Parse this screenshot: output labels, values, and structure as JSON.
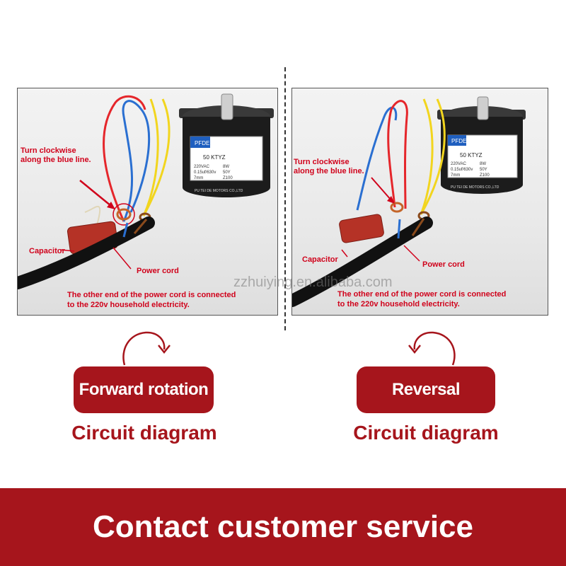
{
  "left_panel": {
    "turn_label_line1": "Turn clockwise",
    "turn_label_line2": "along the blue line.",
    "capacitor_label": "Capacitor",
    "power_cord_label": "Power cord",
    "note_line1": "The other end of the power cord is connected",
    "note_line2": "to the 220v household electricity.",
    "motor_brand": "PFDE",
    "motor_model": "50 KTYZ",
    "motor_specs": [
      "220VAC",
      "0.15uf/630v",
      "7mm",
      "8W",
      "50Y",
      "Z100"
    ],
    "motor_footer": "PU TEI DE MOTORS CO.,LTD"
  },
  "right_panel": {
    "turn_label_line1": "Turn clockwise",
    "turn_label_line2": "along the blue line.",
    "capacitor_label": "Capacitor",
    "power_cord_label": "Power cord",
    "note_line1": "The other end of the power cord is connected",
    "note_line2": "to the 220v household electricity.",
    "motor_brand": "PFDE",
    "motor_model": "50 KTYZ",
    "motor_specs": [
      "220VAC",
      "0.15uf/630v",
      "7mm",
      "8W",
      "50Y",
      "Z100"
    ],
    "motor_footer": "PU TEI DE MOTORS CO.,LTD"
  },
  "watermark": "zzhuiying.en.alibaba.com",
  "forward": {
    "label": "Forward rotation",
    "caption": "Circuit diagram"
  },
  "reverse": {
    "label": "Reversal",
    "caption": "Circuit diagram"
  },
  "banner_text": "Contact customer service",
  "colors": {
    "accent_red": "#a6151c",
    "label_red": "#d0021b",
    "wire_red": "#e5262b",
    "wire_blue": "#2a6fd1",
    "wire_yellow": "#f2d51e",
    "wire_brown": "#8a4a1c"
  },
  "icons": [
    "clockwise-arrow-icon",
    "counterclockwise-arrow-icon"
  ]
}
